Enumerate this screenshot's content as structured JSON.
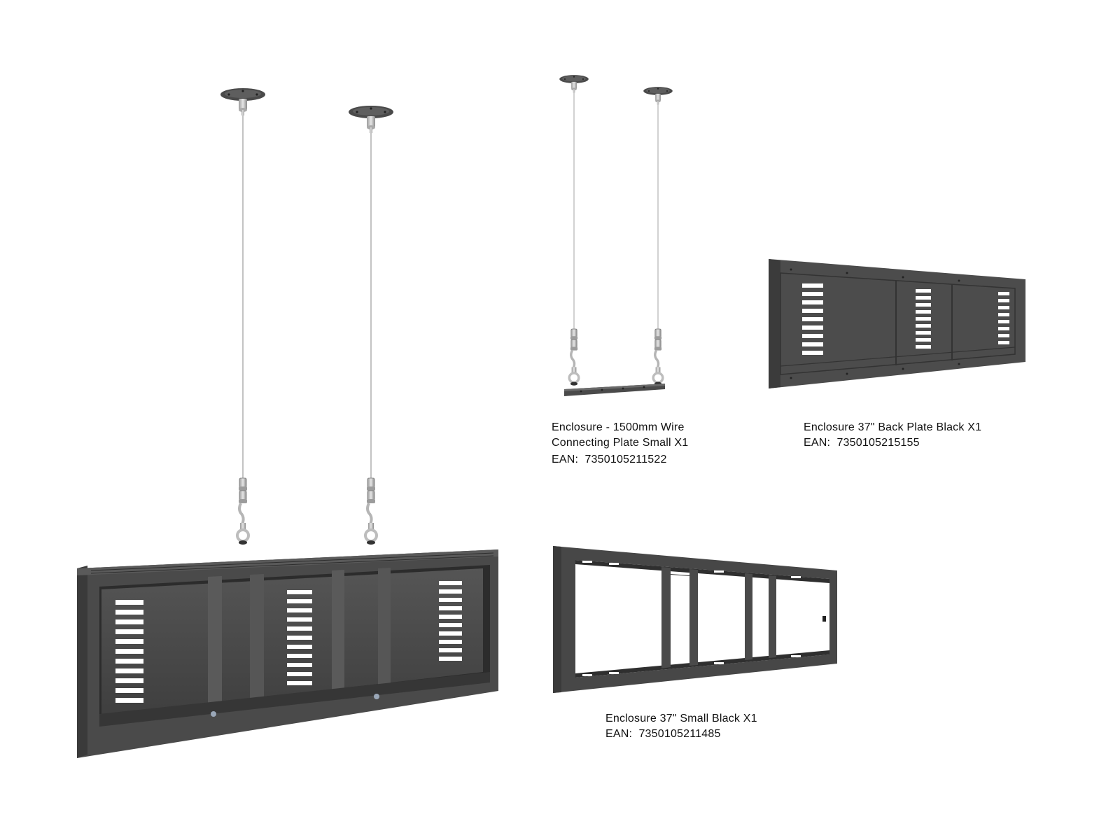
{
  "colors": {
    "panel": "#4b4b4b",
    "panel_dark": "#3a3a3a",
    "panel_light": "#6a6a6a",
    "metal": "#c8c8c8",
    "wire": "#bdbdbd",
    "background": "#ffffff"
  },
  "products": [
    {
      "id": "wire-kit",
      "name_line1": "Enclosure - 1500mm Wire",
      "name_line2": "Connecting Plate Small X1",
      "ean_label": "EAN:",
      "ean": "7350105211522"
    },
    {
      "id": "back-plate",
      "name_line1": "Enclosure 37\" Back Plate Black X1",
      "ean_label": "EAN:",
      "ean": "7350105215155"
    },
    {
      "id": "frame",
      "name_line1": "Enclosure 37\" Small Black X1",
      "ean_label": "EAN:",
      "ean": "7350105211485"
    }
  ]
}
